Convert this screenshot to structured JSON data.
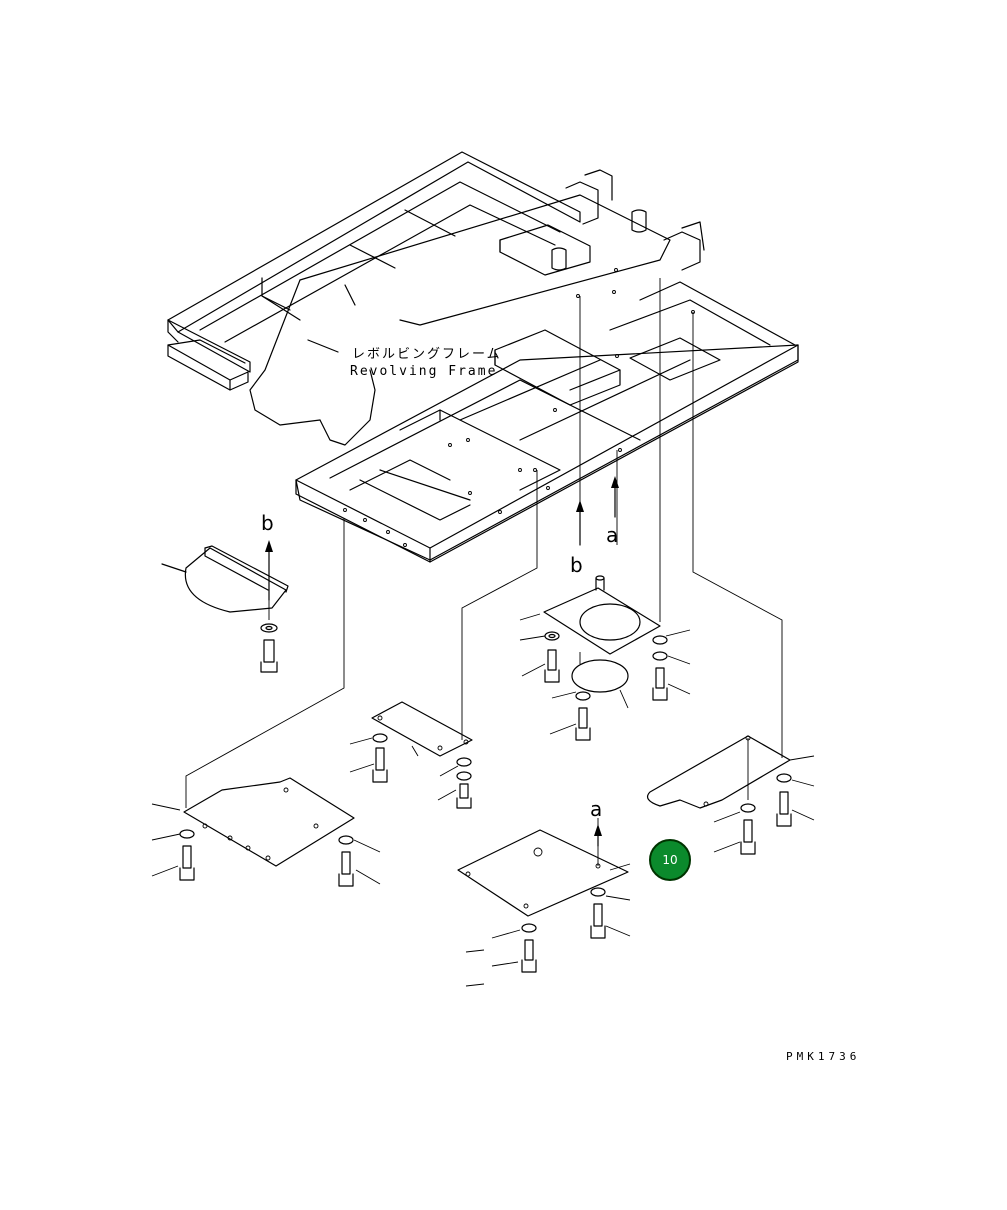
{
  "frame_label_jp": "レボルビングフレーム",
  "frame_label_en": "Revolving Frame",
  "arrow_labels": {
    "a_upper": "a",
    "b_upper": "b",
    "b_left": "b",
    "a_lower": "a"
  },
  "drawing_code": "PMK1736",
  "callout": {
    "number": "10",
    "fill": "#0b8a2c",
    "ring": "#003300"
  },
  "colors": {
    "line": "#000000",
    "background": "#ffffff"
  }
}
